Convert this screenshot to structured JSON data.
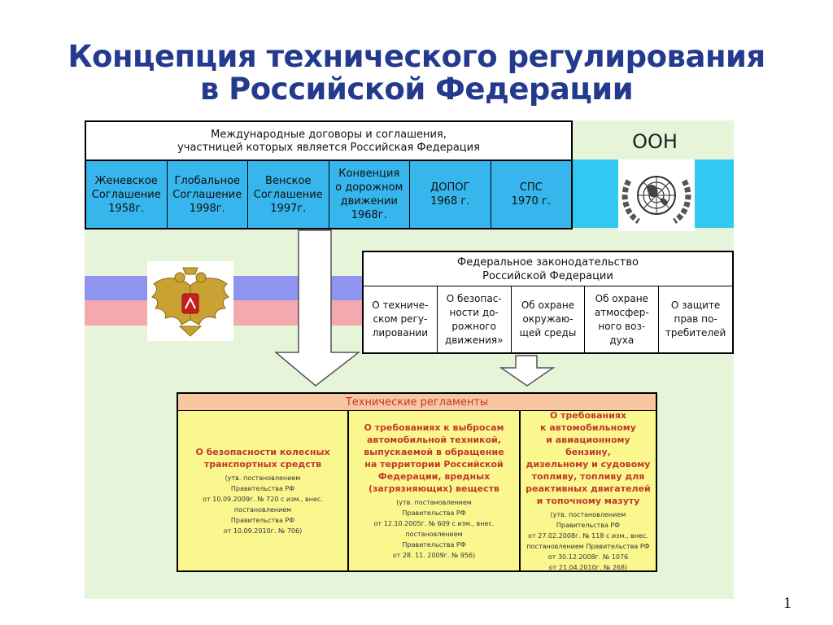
{
  "title": {
    "line1": "Концепция технического регулирования",
    "line2": "в Российской Федерации"
  },
  "international": {
    "header_line1": "Международные договоры и соглашения,",
    "header_line2": "участницей которых является Российская Федерация",
    "items": [
      {
        "line1": "Женевское",
        "line2": "Соглашение",
        "line3": "1958г."
      },
      {
        "line1": "Глобальное",
        "line2": "Соглашение",
        "line3": "1998г."
      },
      {
        "line1": "Венское",
        "line2": "Соглашение",
        "line3": "1997г."
      },
      {
        "line1": "Конвенция",
        "line2": "о дорожном",
        "line3": "движении",
        "line4": "1968г."
      },
      {
        "line1": "ДОПОГ",
        "line2": "1968 г."
      },
      {
        "line1": "СПС",
        "line2": "1970 г."
      }
    ]
  },
  "un": {
    "label": "ООН",
    "emblem_icon": "un-emblem-icon"
  },
  "russia": {
    "emblem_icon": "russian-coat-of-arms-icon",
    "flag_colors": [
      "#ffffff",
      "#8f95ef",
      "#f3a9ad"
    ]
  },
  "federal": {
    "header_line1": "Федеральное законодательство",
    "header_line2": "Российской Федерации",
    "items": [
      {
        "line1": "О техниче-",
        "line2": "ском регу-",
        "line3": "лировании"
      },
      {
        "line1": "О безопас-",
        "line2": "ности до-",
        "line3": "рожного",
        "line4": "движения»"
      },
      {
        "line1": "Об охране",
        "line2": "окружаю-",
        "line3": "щей среды"
      },
      {
        "line1": "Об охране",
        "line2": "атмосфер-",
        "line3": "ного воз-",
        "line4": "духа"
      },
      {
        "line1": "О защите",
        "line2": "прав по-",
        "line3": "требителей"
      }
    ]
  },
  "regulations": {
    "header": "Технические регламенты",
    "items": [
      {
        "main": [
          "О безопасности колесных",
          "транспортных средств"
        ],
        "sub": [
          "(утв. постановлением",
          "Правительства РФ",
          "от 10.09.2009г. № 720 с изм., внес.",
          "постановлением",
          "Правительства РФ",
          "от 10.09.2010г. № 706)"
        ]
      },
      {
        "main": [
          "О требованиях к выбросам",
          "автомобильной техникой,",
          "выпускаемой в обращение",
          "на территории Российской",
          "Федерации, вредных",
          "(загрязняющих) веществ"
        ],
        "sub": [
          "(утв. постановлением",
          "Правительства РФ",
          "от 12.10.2005г. № 609 с изм., внес.",
          "постановлением",
          "Правительства РФ",
          "от 28. 11. 2009г. № 956)"
        ]
      },
      {
        "main": [
          "О требованиях",
          "к автомобильному",
          "и авиационному бензину,",
          "дизельному и судовому",
          "топливу, топливу для",
          "реактивных двигателей",
          "и топочному мазуту"
        ],
        "sub": [
          "(утв. постановлением",
          "Правительства РФ",
          "от 27.02.2008г. № 118 с изм., внес.",
          "постановлением Правительства РФ",
          "от 30.12.2008г. № 1076",
          "от 21.04.2010г. № 268)"
        ]
      }
    ]
  },
  "page_number": "1"
}
